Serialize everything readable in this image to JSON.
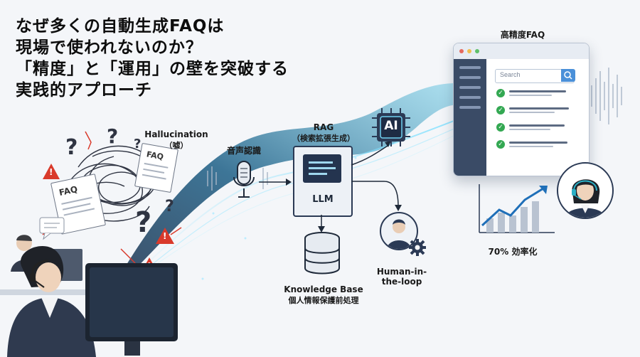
{
  "headline": {
    "line1": "なぜ多くの自動生成FAQは",
    "line2": "現場で使われないのか？",
    "line3": "「精度」と「運用」の壁を突破する",
    "line4": "実践的アプローチ"
  },
  "left_chaos": {
    "faq_label_1": "FAQ",
    "faq_label_2": "FAQ",
    "question_mark": "?",
    "warning_mark": "!",
    "hallucination_title": "Hallucination",
    "hallucination_sub": "（嘘）"
  },
  "pipeline": {
    "speech_label": "音声認識",
    "rag_title": "RAG",
    "rag_sub": "（検索拡張生成）",
    "llm_label": "LLM",
    "ai_chip_label": "AI",
    "kb_title": "Knowledge Base",
    "kb_sub": "個人情報保護前処理",
    "hitl_line1": "Human-in-",
    "hitl_line2": "the-loop"
  },
  "result": {
    "faq_title": "高精度FAQ",
    "search_placeholder": "Search",
    "check_mark": "✓",
    "efficiency_label": "70% 効率化"
  },
  "colors": {
    "accent_blue": "#1f6fb8",
    "stream_cyan": "#2aa7c9",
    "warning_red": "#d93a2b",
    "check_green": "#33a852",
    "navy": "#2b3a55"
  }
}
